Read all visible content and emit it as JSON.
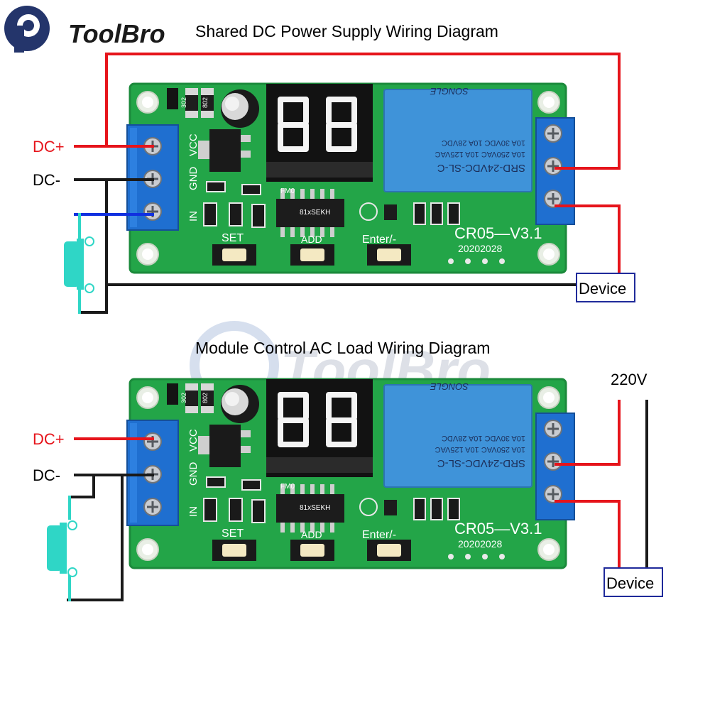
{
  "brand": {
    "name": "ToolBro",
    "logo_icon": "toolbro-logo-icon"
  },
  "watermark": {
    "text": "ToolBro"
  },
  "colors": {
    "dc_plus": "#e6141b",
    "wire_black": "#1a1a1a",
    "wire_blue": "#1030e0",
    "switch": "#2fd6c6",
    "pcb": "#23a548",
    "terminal": "#1f6fd0",
    "relay": "#3f93d9"
  },
  "diagram_top": {
    "title": "Shared DC Power Supply Wiring Diagram",
    "dc_plus": "DC+",
    "dc_minus": "DC-",
    "device": "Device"
  },
  "diagram_bottom": {
    "title": "Module Control AC Load Wiring Diagram",
    "dc_plus": "DC+",
    "dc_minus": "DC-",
    "voltage": "220V",
    "device": "Device"
  },
  "board": {
    "pins": [
      "VCC",
      "GND",
      "IN"
    ],
    "buttons": [
      "SET",
      "ADD",
      "Enter/-"
    ],
    "model": "CR05—V3.1",
    "date": "20202028",
    "relay_lines": [
      "SRD-24VDC-SL-C",
      "10A 250VAC  10A 125VAC",
      "10A 30VDC  10A 28VDC"
    ],
    "relay_brand": "SONGLE",
    "resistor_1": "302",
    "resistor_2": "802",
    "chip_1": "FM0",
    "chip_2": "81xSEKH"
  }
}
